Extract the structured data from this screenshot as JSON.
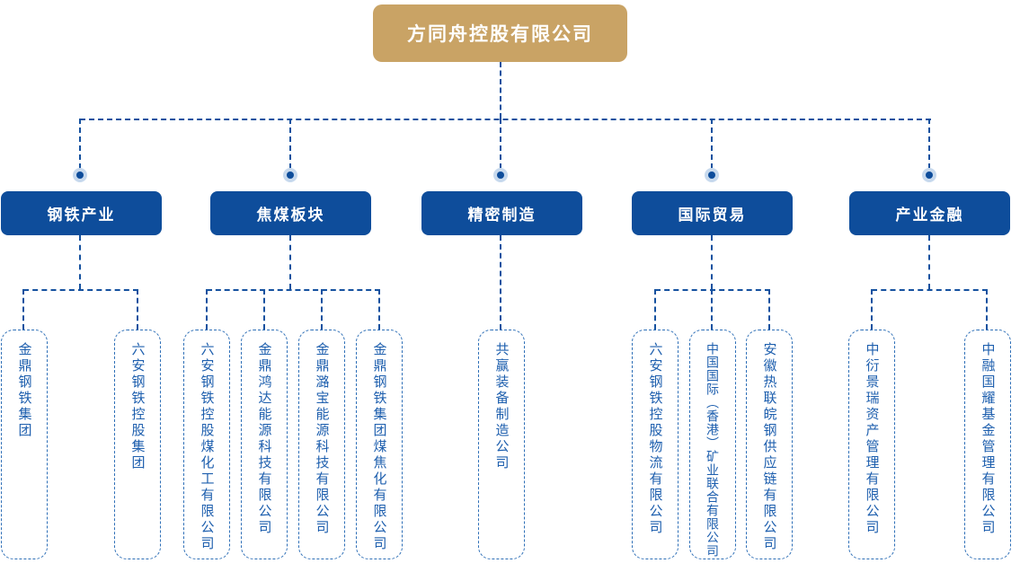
{
  "root": {
    "label": "方同舟控股有限公司"
  },
  "divisions": [
    {
      "label": "钢铁产业",
      "children": [
        "金鼎钢铁集团",
        "六安钢铁控股集团"
      ]
    },
    {
      "label": "焦煤板块",
      "children": [
        "六安钢铁控股煤化工有限公司",
        "金鼎鸿达能源科技有限公司",
        "金鼎潞宝能源科技有限公司",
        "金鼎钢铁集团煤焦化有限公司"
      ]
    },
    {
      "label": "精密制造",
      "children": [
        "共赢装备制造公司"
      ]
    },
    {
      "label": "国际贸易",
      "children": [
        "六安钢铁控股物流有限公司",
        "中国国际（香港）矿业联合有限公司",
        "安徽热联皖钢供应链有限公司"
      ]
    },
    {
      "label": "产业金融",
      "children": [
        "中衍景瑞资产管理有限公司",
        "中融国耀基金管理有限公司"
      ]
    }
  ],
  "colors": {
    "bg": "#ffffff",
    "gold": "#C9A365",
    "blue": "#0E4D9B",
    "line": "#15519F",
    "halo": "#C7D9ED",
    "child-border": "#2E6FB7",
    "child-text": "#1E5FAE"
  }
}
